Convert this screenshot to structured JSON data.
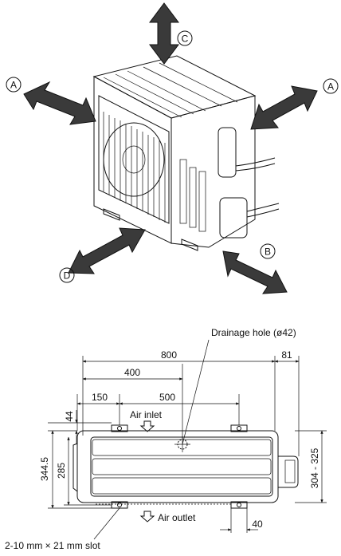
{
  "callouts": {
    "a_left": "A",
    "a_right": "A",
    "b": "B",
    "c": "C",
    "d": "D"
  },
  "dimensions": {
    "d800": "800",
    "d400": "400",
    "d81": "81",
    "d150": "150",
    "d500": "500",
    "d44": "44",
    "d344_5": "344.5",
    "d285": "285",
    "d304_325": "304 - 325",
    "d40": "40"
  },
  "labels": {
    "drainage_hole": "Drainage hole (ø42)",
    "air_inlet": "Air inlet",
    "air_outlet": "Air outlet",
    "slot": "2-10 mm × 21 mm slot"
  }
}
